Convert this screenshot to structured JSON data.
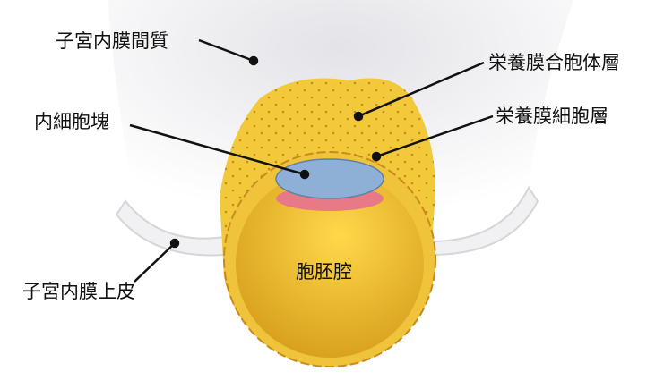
{
  "labels": {
    "endometrial_stroma": "子宮内膜間質",
    "syncytiotrophoblast": "栄養膜合胞体層",
    "cytotrophoblast": "栄養膜細胞層",
    "inner_cell_mass": "内細胞塊",
    "endometrial_epithelium": "子宮内膜上皮",
    "blastocoel": "胞胚腔"
  },
  "colors": {
    "trophoblast": "#f2c93a",
    "cavity": "#e9b42a",
    "inner_cell_mass": "#8fb0d6",
    "hypoblast": "#e77a86",
    "stroma": "#ebebef"
  }
}
